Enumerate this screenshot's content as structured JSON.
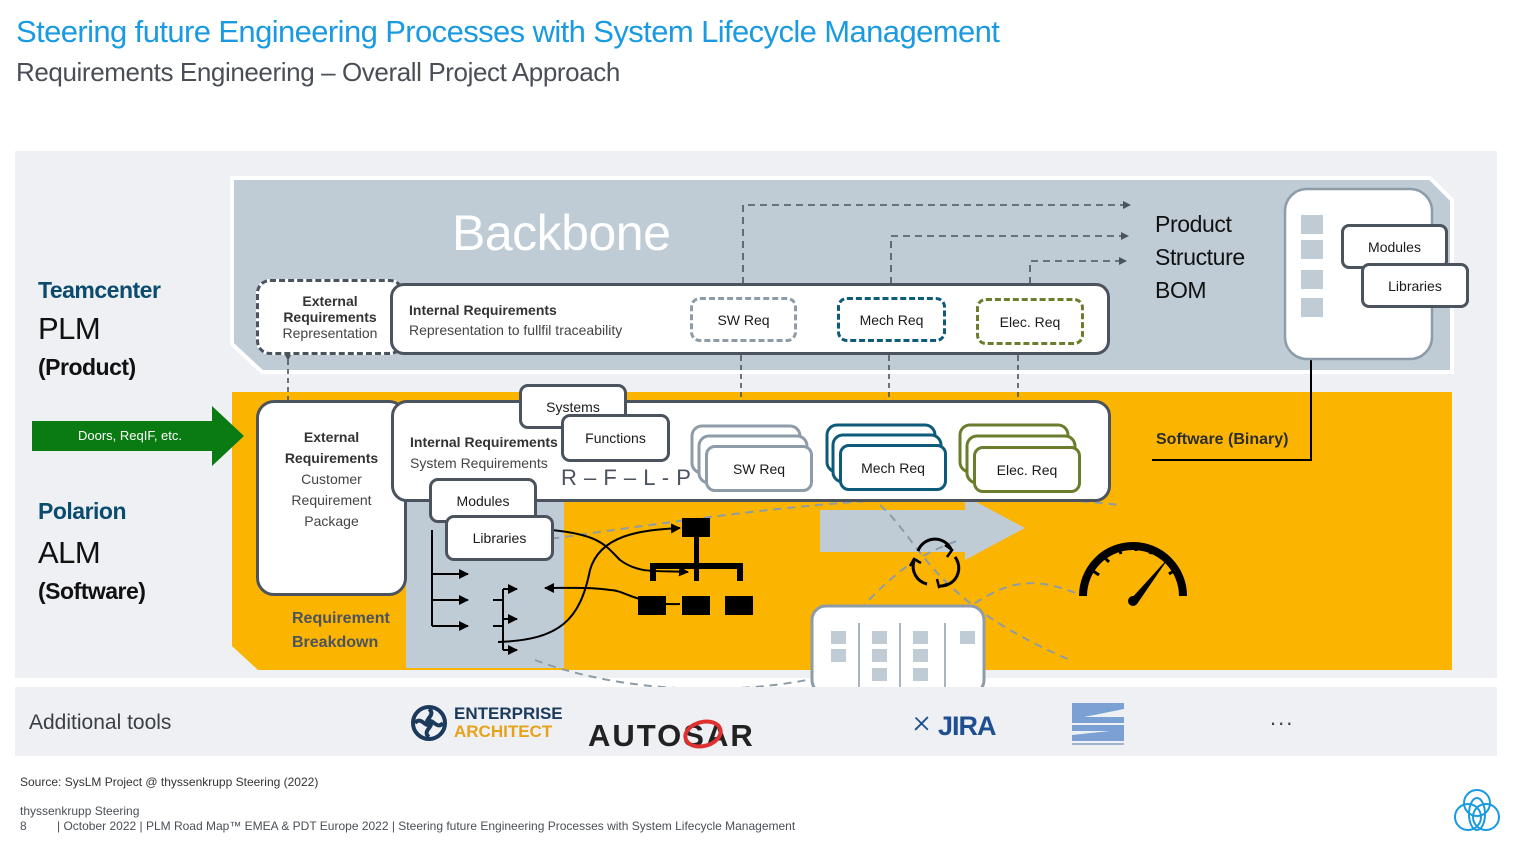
{
  "header": {
    "title": "Steering future Engineering Processes with System Lifecycle Management",
    "subtitle": "Requirements Engineering – Overall Project Approach"
  },
  "left_labels": {
    "teamcenter": "Teamcenter",
    "plm": "PLM",
    "product": "(Product)",
    "polarion": "Polarion",
    "alm": "ALM",
    "software": "(Software)"
  },
  "input_arrow": {
    "label": "Doors, ReqIF, etc.",
    "color": "#0a7a12"
  },
  "colors": {
    "title_blue": "#1a9ae0",
    "backbone_gray": "#bfccd6",
    "alm_orange": "#fbb400",
    "sw_gray": "#8d9ca8",
    "mech_blue": "#0e5a7a",
    "elec_green": "#6a7d2c",
    "dark_border": "#4b535e"
  },
  "backbone": {
    "title": "Backbone",
    "external": {
      "line1": "External",
      "line2": "Requirements",
      "line3": "Representation"
    },
    "internal": {
      "title": "Internal Requirements",
      "subtitle": "Representation to fullfil traceability"
    },
    "sw_req": "SW Req",
    "mech_req": "Mech Req",
    "elec_req": "Elec. Req",
    "product_structure": {
      "line1": "Product",
      "line2": "Structure",
      "line3": "BOM"
    },
    "modules": "Modules",
    "libraries": "Libraries"
  },
  "alm": {
    "external": {
      "line1": "External",
      "line2": "Requirements",
      "line3": "Customer",
      "line4": "Requirement",
      "line5": "Package"
    },
    "internal": {
      "title": "Internal Requirements",
      "subtitle": "System Requirements"
    },
    "systems": "Systems",
    "functions": "Functions",
    "rflp": "R – F – L - P",
    "sw_req": "SW Req",
    "mech_req": "Mech Req",
    "elec_req": "Elec. Req",
    "software_binary": "Software (Binary)",
    "modules": "Modules",
    "libraries": "Libraries",
    "breakdown": {
      "line1": "Requirement",
      "line2": "Breakdown"
    }
  },
  "tools": {
    "label": "Additional tools",
    "enterprise_architect": {
      "line1": "ENTERPRISE",
      "line2": "ARCHITECT"
    },
    "autosar": "AUTOSAR",
    "jira": "JIRA",
    "more": "..."
  },
  "footer": {
    "source": "Source: SysLM Project @ thyssenkrupp Steering (2022)",
    "company": "thyssenkrupp Steering",
    "page": "8",
    "line": "| October 2022  |  PLM Road Map™ EMEA & PDT Europe 2022  |  Steering future Engineering Processes with System Lifecycle Management"
  }
}
